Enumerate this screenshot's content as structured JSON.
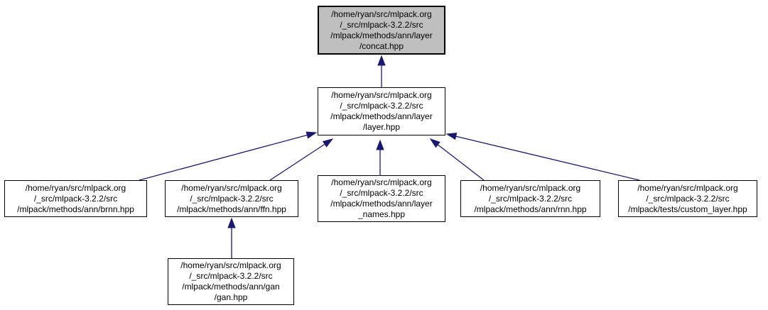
{
  "diagram": {
    "type": "include-dependency-graph",
    "colors": {
      "edge": "#191970",
      "node_fill": "#ffffff",
      "current_node_fill": "#bfbfbf",
      "node_border": "#000000",
      "text": "#000000"
    }
  },
  "nodes": {
    "concat": {
      "lines": [
        "/home/ryan/src/mlpack.org",
        "/_src/mlpack-3.2.2/src",
        "/mlpack/methods/ann/layer",
        "/concat.hpp"
      ]
    },
    "layer": {
      "lines": [
        "/home/ryan/src/mlpack.org",
        "/_src/mlpack-3.2.2/src",
        "/mlpack/methods/ann/layer",
        "/layer.hpp"
      ]
    },
    "brnn": {
      "lines": [
        "/home/ryan/src/mlpack.org",
        "/_src/mlpack-3.2.2/src",
        "/mlpack/methods/ann/brnn.hpp"
      ]
    },
    "ffn": {
      "lines": [
        "/home/ryan/src/mlpack.org",
        "/_src/mlpack-3.2.2/src",
        "/mlpack/methods/ann/ffn.hpp"
      ]
    },
    "layer_names": {
      "lines": [
        "/home/ryan/src/mlpack.org",
        "/_src/mlpack-3.2.2/src",
        "/mlpack/methods/ann/layer",
        "_names.hpp"
      ]
    },
    "rnn": {
      "lines": [
        "/home/ryan/src/mlpack.org",
        "/_src/mlpack-3.2.2/src",
        "/mlpack/methods/ann/rnn.hpp"
      ]
    },
    "custom_layer": {
      "lines": [
        "/home/ryan/src/mlpack.org",
        "/_src/mlpack-3.2.2/src",
        "/mlpack/tests/custom_layer.hpp"
      ]
    },
    "gan": {
      "lines": [
        "/home/ryan/src/mlpack.org",
        "/_src/mlpack-3.2.2/src",
        "/mlpack/methods/ann/gan",
        "/gan.hpp"
      ]
    }
  },
  "edges": [
    {
      "from": "layer.hpp",
      "to": "concat.hpp"
    },
    {
      "from": "brnn.hpp",
      "to": "layer.hpp"
    },
    {
      "from": "ffn.hpp",
      "to": "layer.hpp"
    },
    {
      "from": "layer_names.hpp",
      "to": "layer.hpp"
    },
    {
      "from": "rnn.hpp",
      "to": "layer.hpp"
    },
    {
      "from": "custom_layer.hpp",
      "to": "layer.hpp"
    },
    {
      "from": "gan.hpp",
      "to": "ffn.hpp"
    }
  ]
}
